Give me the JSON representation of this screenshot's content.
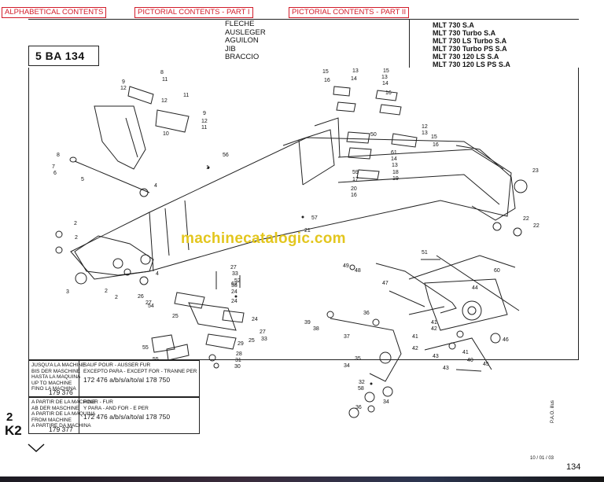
{
  "nav": {
    "alphabetical": "ALPHABETICAL CONTENTS",
    "pictorial_1": "PICTORIAL CONTENTS - PART I",
    "pictorial_2": "PICTORIAL CONTENTS - PART II"
  },
  "header": {
    "code": "5 BA 134",
    "titles": [
      "FLECHE",
      "AUSLEGER",
      "AGUILON",
      "JIB",
      "BRACCIO"
    ],
    "models": [
      "MLT 730 S.A",
      "MLT 730 Turbo S.A",
      "MLT 730 LS Turbo S.A",
      "MLT 730 Turbo PS S.A",
      "MLT 730 120 LS S.A",
      "MLT 730 120 LS PS S.A"
    ]
  },
  "watermark": "machinecatalogic.com",
  "callouts": [
    "1",
    "2",
    "3",
    "4",
    "5",
    "6",
    "7",
    "8",
    "9",
    "10",
    "11",
    "12",
    "13",
    "14",
    "15",
    "16",
    "17",
    "18",
    "19",
    "20",
    "21",
    "22",
    "23",
    "24",
    "25",
    "26",
    "27",
    "28",
    "29",
    "30",
    "31",
    "32",
    "33",
    "34",
    "35",
    "36",
    "37",
    "38",
    "39",
    "40",
    "41",
    "42",
    "43",
    "44",
    "45",
    "46",
    "47",
    "48",
    "49",
    "50",
    "51",
    "52",
    "53",
    "54",
    "55",
    "56",
    "57",
    "58",
    "59",
    "60",
    "61",
    "62"
  ],
  "notes": [
    {
      "left": [
        "JUSQU'A LA MACHINE",
        "BIS DER MASCHINE",
        "HASTA LA MAQUINA",
        "UP TO MACHINE",
        "FINO LA MACHINA"
      ],
      "serial": "179 376",
      "right": [
        "SAUF POUR - AUSSER FUR",
        "EXCEPTO PARA - EXCEPT FOR - TRANNE PER"
      ],
      "ref": "172 476 a/b/s/a/to/al 178 750"
    },
    {
      "left": [
        "A PARTIR DE LA MACHINE",
        "AB DER MASCHINE",
        "A PARTIR DE LA MAQUINA",
        "FROM MACHINE",
        "A PARTIRE DA MACHINA"
      ],
      "serial": "179 377",
      "right": [
        "POUR - FUR",
        "Y PARA - AND FOR - E PER"
      ],
      "ref": "172 476 a/b/s/a/to/al 178 750"
    }
  ],
  "margin": {
    "section_num": "2",
    "section_code": "K2"
  },
  "footer": {
    "date": "10 / 01 / 03",
    "pao": "P.A.O. illus",
    "page": "134"
  }
}
